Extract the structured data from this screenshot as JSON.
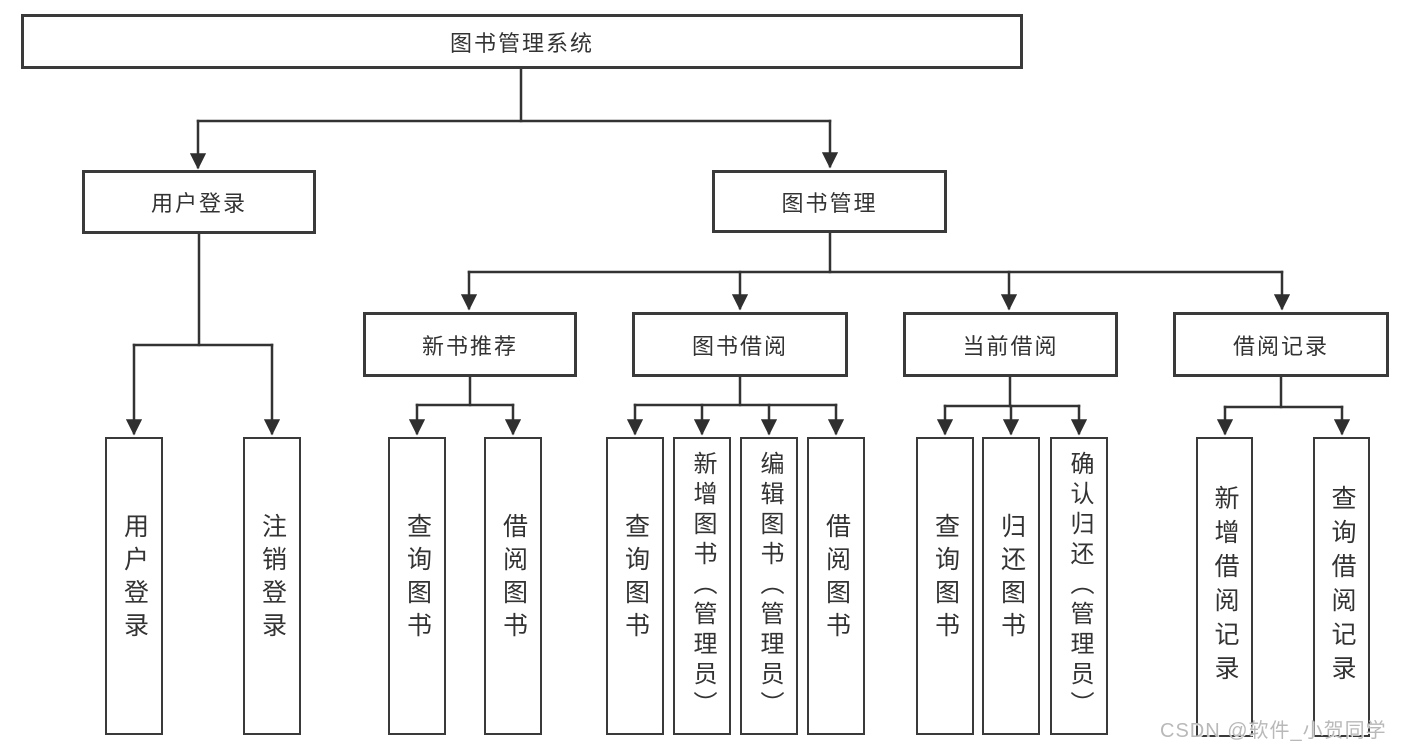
{
  "diagram": {
    "root": {
      "label": "图书管理系统"
    },
    "level2": {
      "user_login": {
        "label": "用户登录"
      },
      "book_mgmt": {
        "label": "图书管理"
      }
    },
    "level3": {
      "new_book_rec": {
        "label": "新书推荐"
      },
      "book_borrow": {
        "label": "图书借阅"
      },
      "current_borrow": {
        "label": "当前借阅"
      },
      "borrow_records": {
        "label": "借阅记录"
      }
    },
    "leaves": {
      "login": {
        "label": "用户登录"
      },
      "logout": {
        "label": "注销登录"
      },
      "rec_query_books": {
        "label": "查询图书"
      },
      "rec_borrow_books": {
        "label": "借阅图书"
      },
      "bb_query_books": {
        "label": "查询图书"
      },
      "bb_add_books": {
        "label": "新增图书（管理员）"
      },
      "bb_edit_books": {
        "label": "编辑图书（管理员）"
      },
      "bb_borrow_books": {
        "label": "借阅图书"
      },
      "cb_query_books": {
        "label": "查询图书"
      },
      "cb_return_books": {
        "label": "归还图书"
      },
      "cb_confirm_return": {
        "label": "确认归还（管理员）"
      },
      "br_add_record": {
        "label": "新增借阅记录"
      },
      "br_query_record": {
        "label": "查询借阅记录"
      }
    }
  },
  "watermark": {
    "text": "CSDN @软件_小贺同学"
  },
  "colors": {
    "line": "#333333",
    "arrow": "#2f2f2f",
    "box_border": "#3a3a3a",
    "text": "#333333",
    "watermark": "#b9b9b9",
    "background": "#ffffff"
  }
}
